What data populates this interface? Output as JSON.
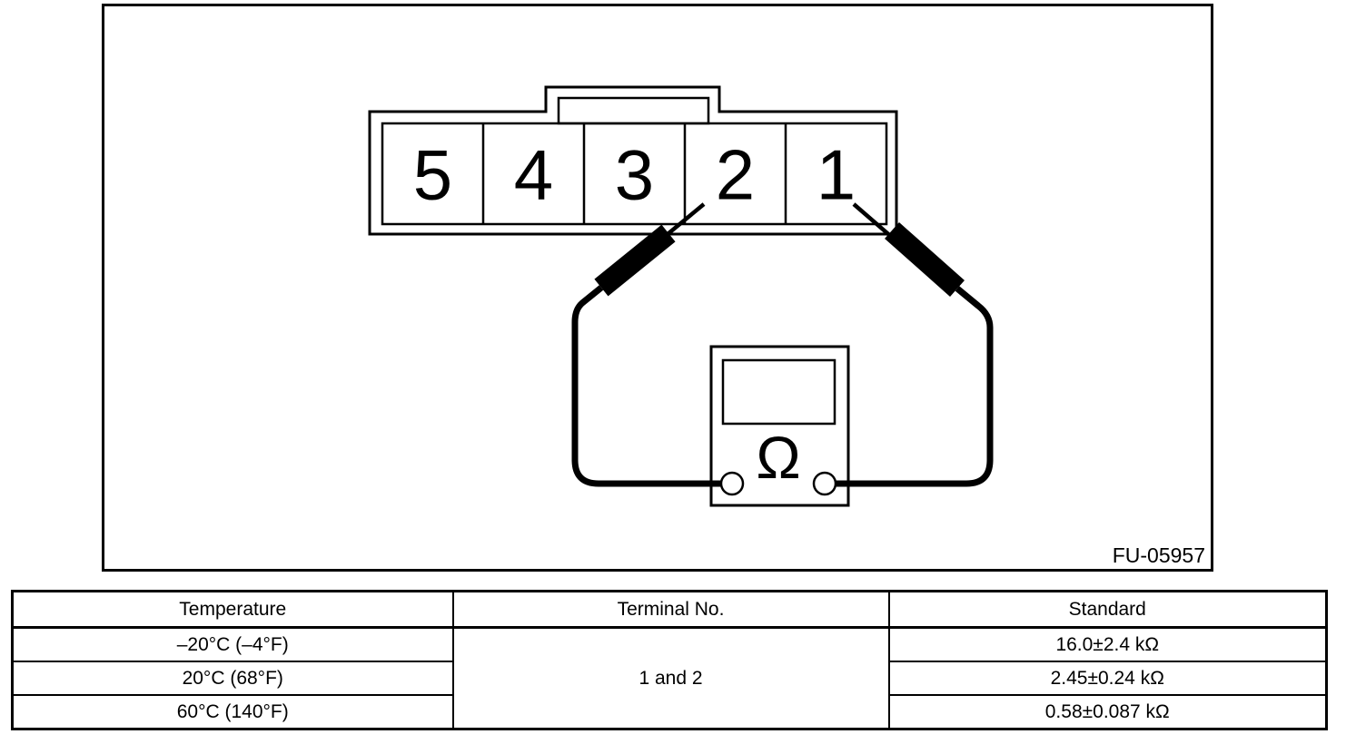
{
  "figure": {
    "code": "FU-05957",
    "connector": {
      "terminals": [
        "5",
        "4",
        "3",
        "2",
        "1"
      ],
      "probed_terminals": [
        "2",
        "1"
      ]
    },
    "meter": {
      "symbol": "Ω"
    }
  },
  "table": {
    "headers": [
      "Temperature",
      "Terminal No.",
      "Standard"
    ],
    "terminal_no": "1 and 2",
    "rows": [
      {
        "temperature": "–20°C (–4°F)",
        "standard": "16.0±2.4 kΩ"
      },
      {
        "temperature": "20°C (68°F)",
        "standard": "2.45±0.24 kΩ"
      },
      {
        "temperature": "60°C (140°F)",
        "standard": "0.58±0.087 kΩ"
      }
    ]
  },
  "colors": {
    "ink": "#000000",
    "background": "#ffffff"
  }
}
